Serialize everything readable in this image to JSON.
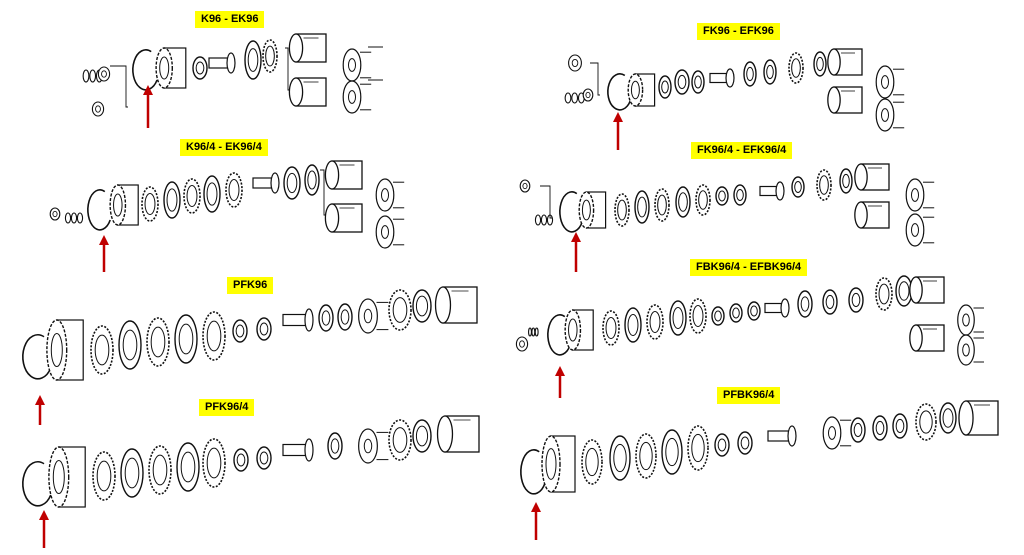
{
  "accent_color": "#c00000",
  "label_background": "#ffff00",
  "panels": [
    {
      "label": "K96 - EK96"
    },
    {
      "label": "FK96 - EFK96"
    },
    {
      "label": "K96/4 - EK96/4"
    },
    {
      "label": "FK96/4 - EFK96/4"
    },
    {
      "label": "PFK96"
    },
    {
      "label": "FBK96/4 - EFBK96/4"
    },
    {
      "label": "PFK96/4"
    },
    {
      "label": "PFBK96/4"
    }
  ]
}
